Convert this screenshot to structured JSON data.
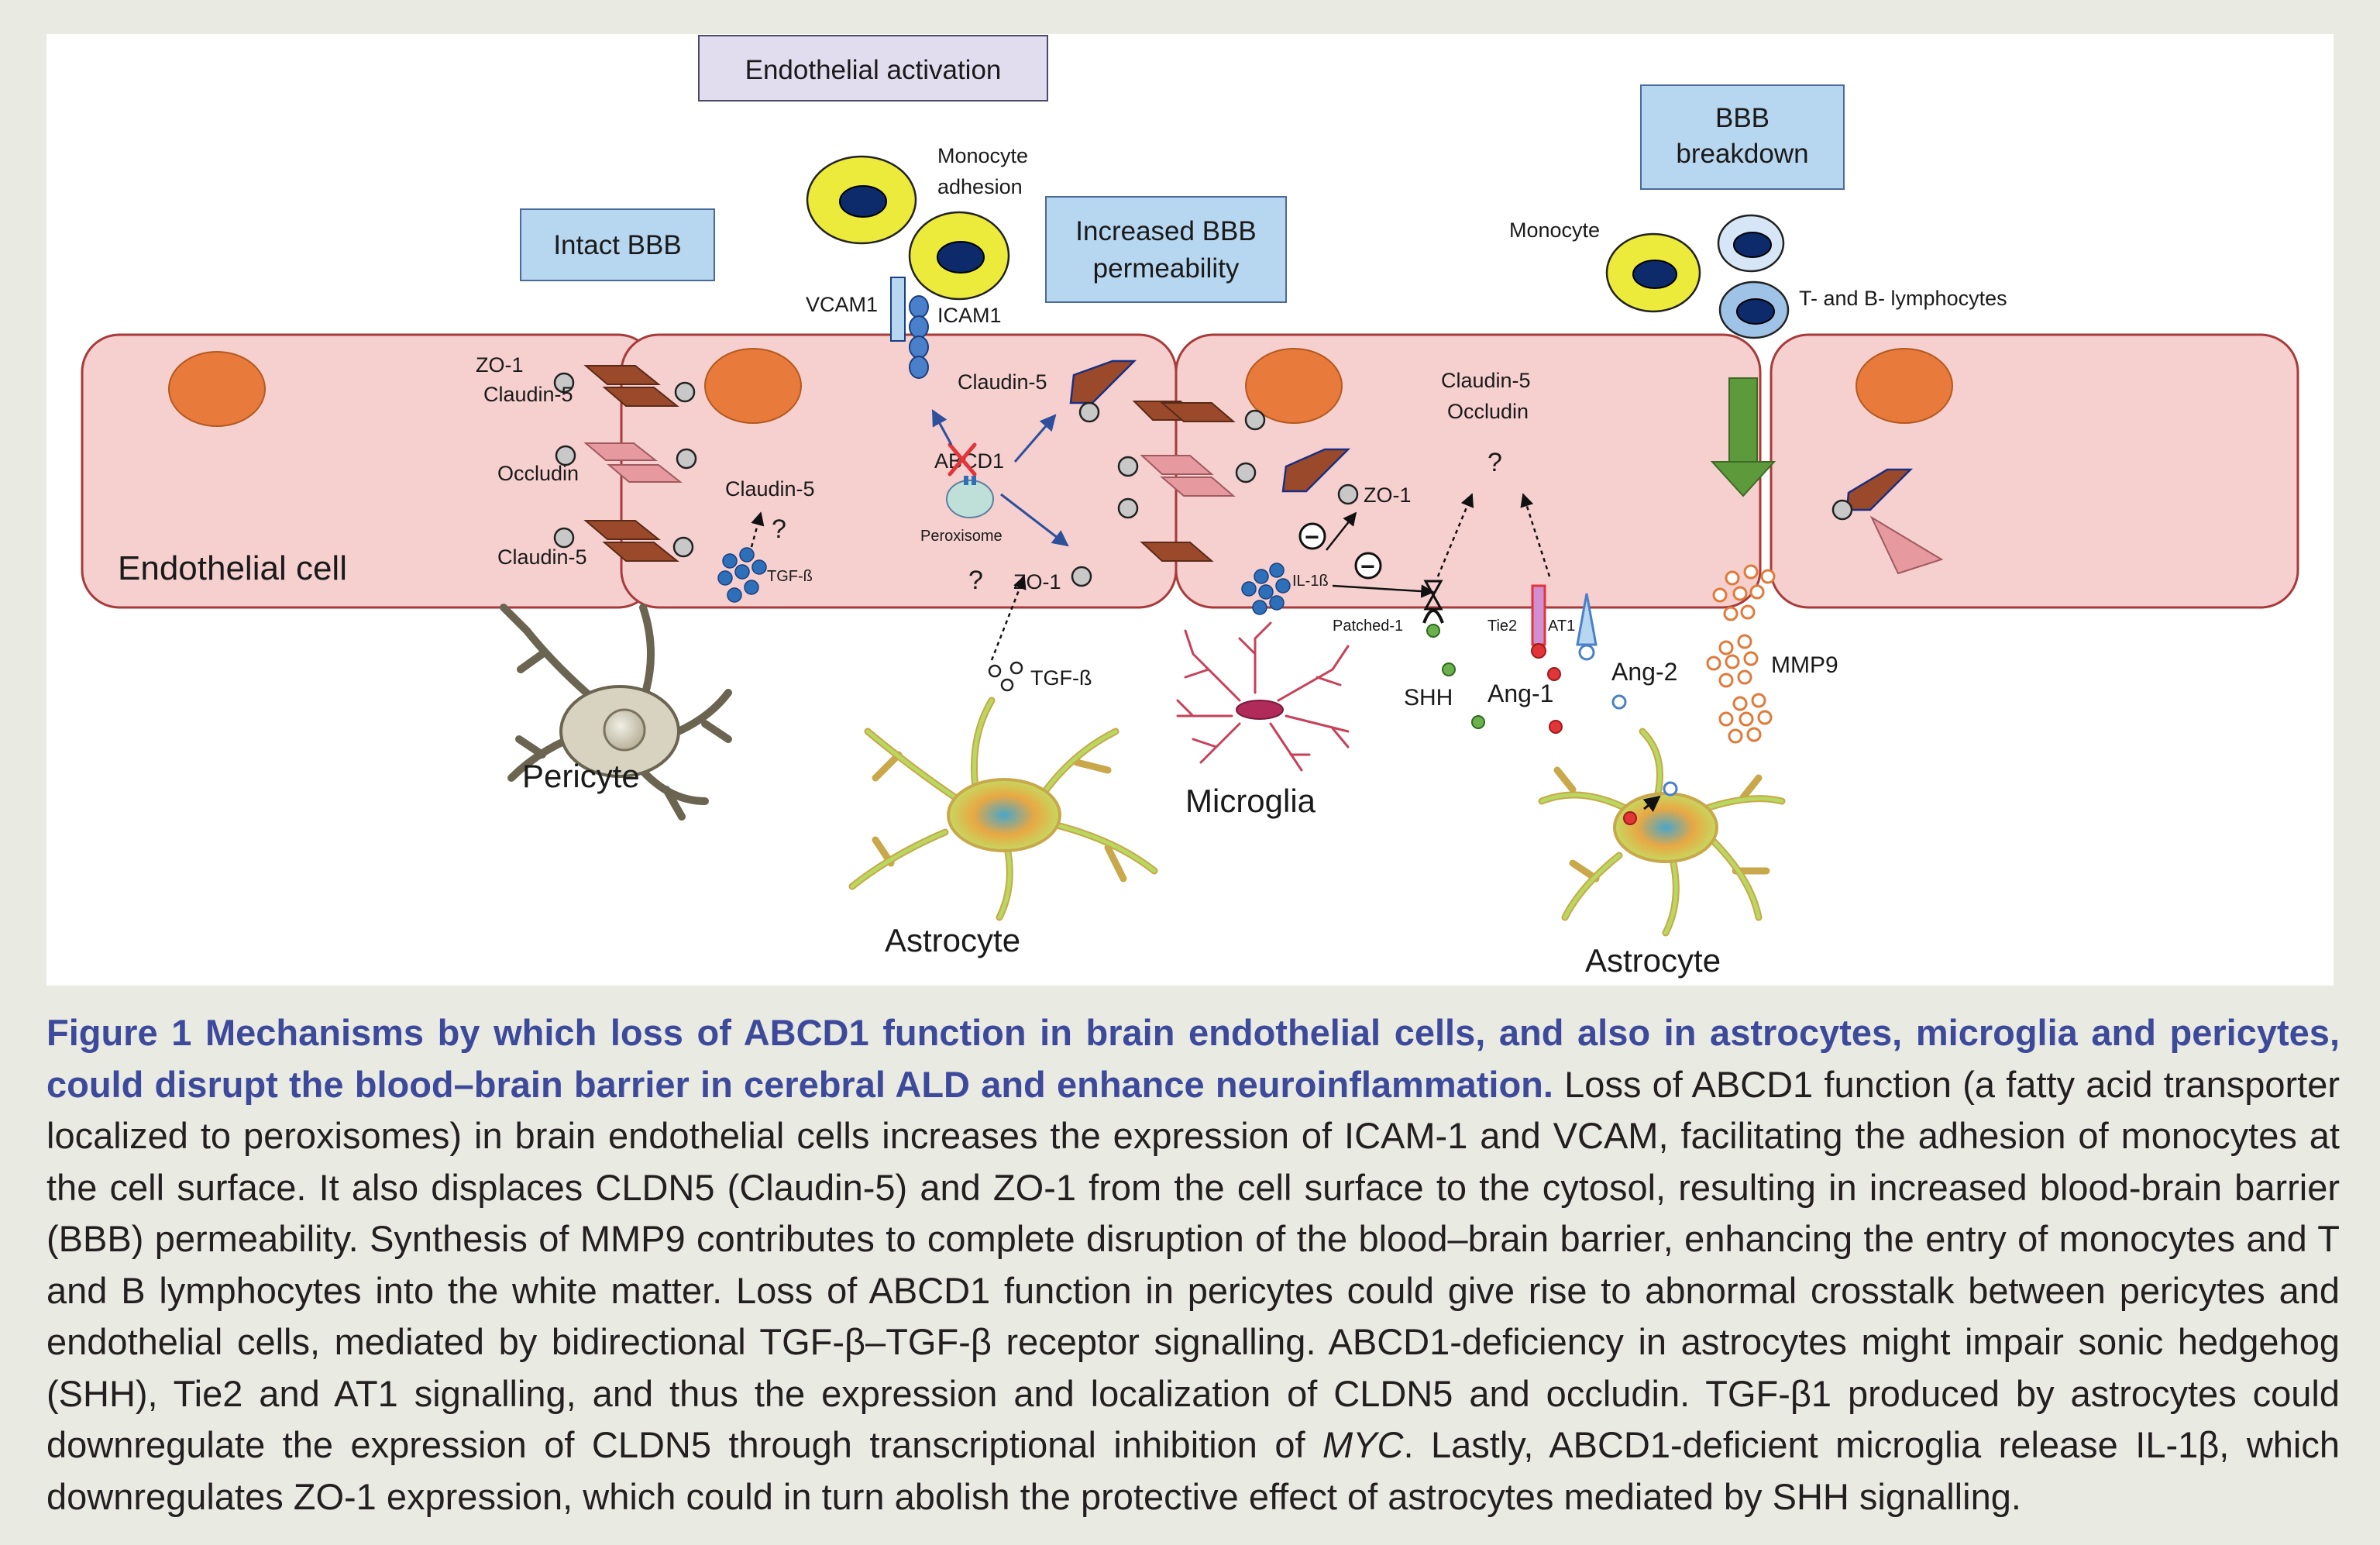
{
  "colors": {
    "cell_fill": "#f6cfcf",
    "cell_stroke": "#a83a3a",
    "nucleus": "#e87a3c",
    "claudin": "#9a4a2a",
    "occludin": "#e69aa0",
    "box_blue": "#b7d6ef",
    "box_purple": "#e2dcef",
    "monocyte": "#ecea3a",
    "monocyte_nucleus": "#0d2a6b",
    "figure_blue": "#3d4a9c",
    "arrow_green": "#5c9a3c",
    "mmp9": "#e07a3a"
  },
  "boxes": {
    "endothelial_activation": "Endothelial activation",
    "intact_bbb": "Intact BBB",
    "increased_bbb_line1": "Increased BBB",
    "increased_bbb_line2": "permeability",
    "bbb_breakdown_line1": "BBB",
    "bbb_breakdown_line2": "breakdown"
  },
  "labels": {
    "monocyte_adhesion_1": "Monocyte",
    "monocyte_adhesion_2": "adhesion",
    "vcam1": "VCAM1",
    "icam1": "ICAM1",
    "zo1_a": "ZO-1",
    "claudin5_a": "Claudin-5",
    "occludin_a": "Occludin",
    "claudin5_b": "Claudin-5",
    "endothelial_cell": "Endothelial cell",
    "claudin5_c": "Claudin-5",
    "q1": "?",
    "tgfb_a": "TGF-ß",
    "claudin5_d": "Claudin-5",
    "abcd1": "ABCD1",
    "peroxisome": "Peroxisome",
    "q2": "?",
    "zo1_b": "ZO-1",
    "tgfb_b": "TGF-ß",
    "pericyte": "Pericyte",
    "astrocyte_a": "Astrocyte",
    "zo1_c": "ZO-1",
    "il1b": "IL-1ß",
    "microglia": "Microglia",
    "claudin5_e": "Claudin-5",
    "occludin_e": "Occludin",
    "q3": "?",
    "patched1": "Patched-1",
    "shh": "SHH",
    "tie2": "Tie2",
    "at1": "AT1",
    "ang1": "Ang-1",
    "ang2": "Ang-2",
    "mmp9": "MMP9",
    "monocyte": "Monocyte",
    "t_b_lymphocytes": "T- and B- lymphocytes",
    "astrocyte_b": "Astrocyte",
    "minus": "−"
  },
  "caption": {
    "figure_label": "Figure 1  ",
    "bold_title": "Mechanisms by which loss of ABCD1 function in brain endothelial cells, and also in astrocytes, microglia and pericytes, could disrupt the blood–brain barrier in cerebral ALD and enhance neuroinflammation.",
    "body_1": " Loss of ABCD1 function (a fatty acid transporter localized to peroxisomes) in brain endothelial cells increases the expression of ICAM-1 and VCAM, facilitating the adhesion of monocytes at the cell surface. It also displaces CLDN5 (Claudin-5) and ZO-1 from the cell surface to the cytosol, resulting in increased blood-brain barrier (BBB) permeability. Synthesis of MMP9 contributes to complete disruption of the blood–brain barrier, enhancing the entry of monocytes and T and B lymphocytes into the white matter. Loss of ABCD1 function in pericytes could give rise to abnormal crosstalk between pericytes and endothelial cells, mediated by bidirectional TGF-β–TGF-β receptor signalling. ABCD1-deficiency in astrocytes might impair sonic hedgehog (SHH), Tie2 and AT1 signalling, and thus the expression and localization of CLDN5 and occludin. TGF-β1 produced by astrocytes could downregulate the expression of CLDN5 through transcriptional inhibition of ",
    "italic": "MYC",
    "body_2": ". Lastly, ABCD1-deficient microglia release IL-1β, which downregulates ZO-1 expression, which could in turn abolish the protective effect of astrocytes mediated by SHH signalling."
  }
}
